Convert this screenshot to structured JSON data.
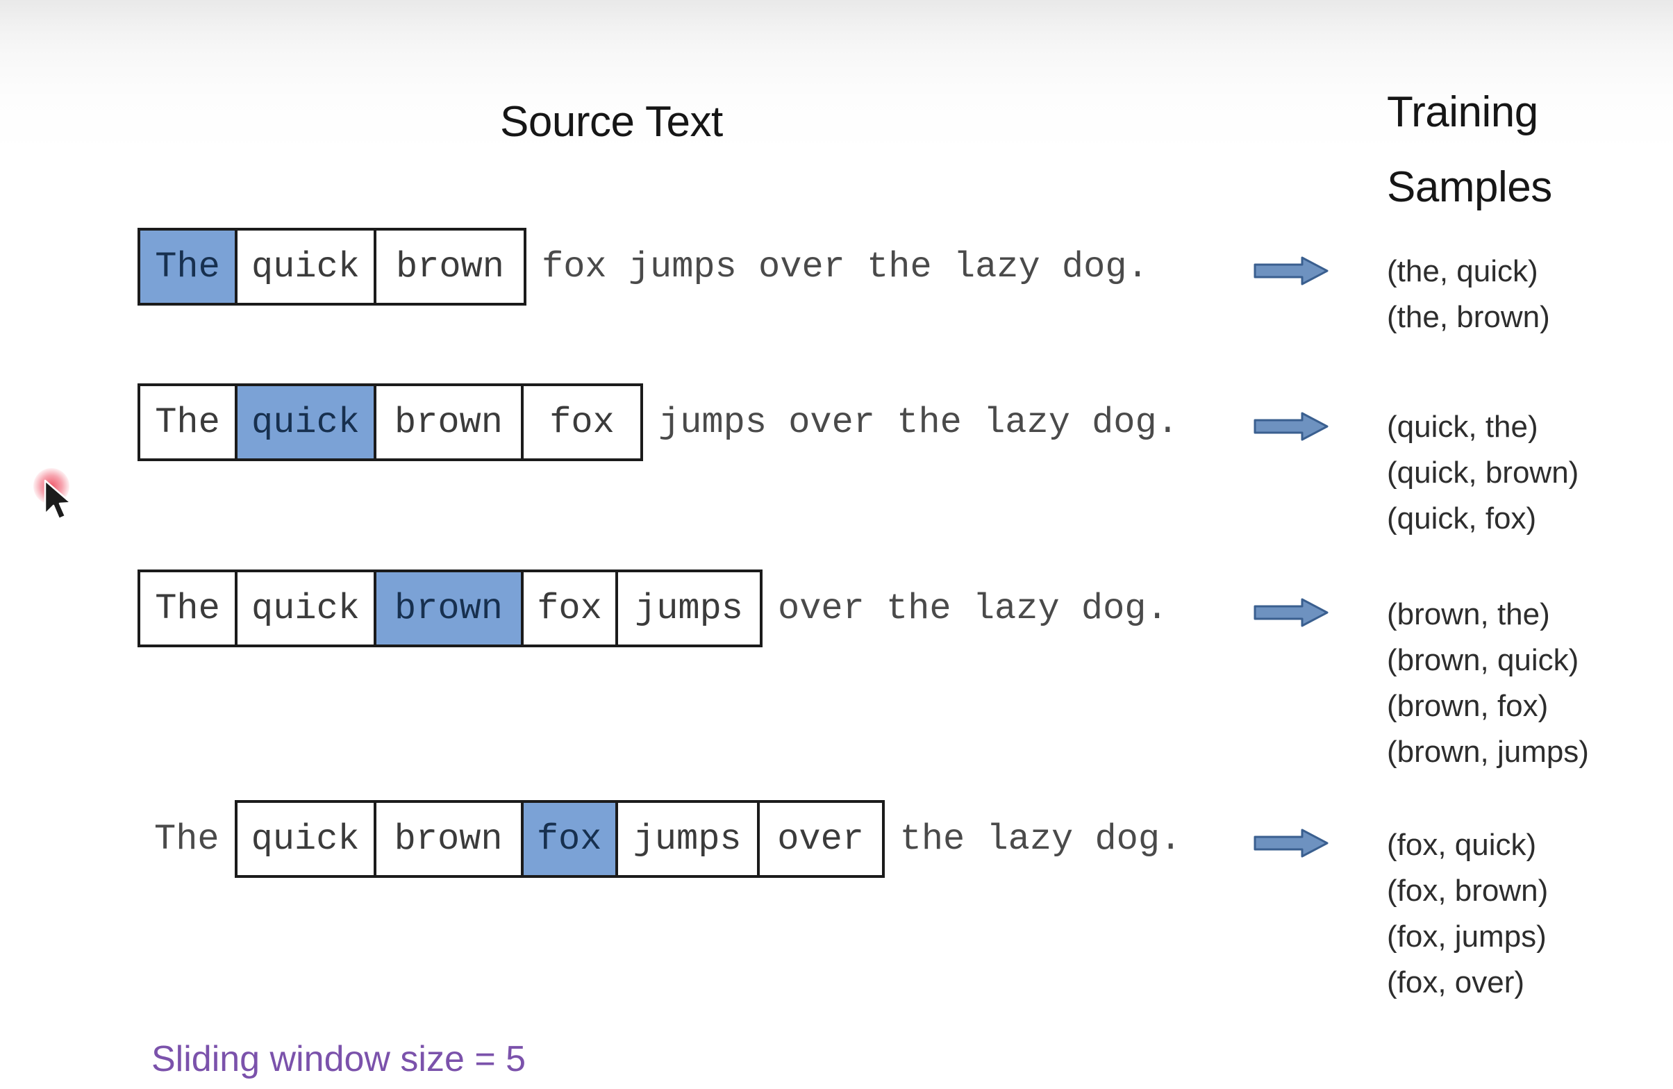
{
  "headings": {
    "source_text": "Source Text",
    "training_samples_line1": "Training",
    "training_samples_line2": "Samples"
  },
  "caption": "Sliding window size = 5",
  "colors": {
    "highlight_cell": "#7ba2d6",
    "arrow_fill": "#6e92c0",
    "arrow_stroke": "#3a5f8f",
    "caption_text": "#7b52ab",
    "box_border": "#1b1b1b",
    "source_text": "#3b3b3b",
    "cursor_click_halo": "#ec3c50"
  },
  "rows": [
    {
      "id": "row-1",
      "lead": "",
      "cells": [
        {
          "word": "The",
          "highlighted": true
        },
        {
          "word": "quick",
          "highlighted": false
        },
        {
          "word": "brown",
          "highlighted": false
        }
      ],
      "tail": "fox jumps over the lazy dog.",
      "arrow_icon": "right-arrow-icon",
      "samples": [
        "(the, quick)",
        "(the, brown)"
      ]
    },
    {
      "id": "row-2",
      "lead": "",
      "cells": [
        {
          "word": "The",
          "highlighted": false
        },
        {
          "word": "quick",
          "highlighted": true
        },
        {
          "word": "brown",
          "highlighted": false
        },
        {
          "word": "fox",
          "highlighted": false
        }
      ],
      "tail": "jumps over the lazy dog.",
      "arrow_icon": "right-arrow-icon",
      "samples": [
        "(quick, the)",
        "(quick, brown)",
        "(quick, fox)"
      ]
    },
    {
      "id": "row-3",
      "lead": "",
      "cells": [
        {
          "word": "The",
          "highlighted": false
        },
        {
          "word": "quick",
          "highlighted": false
        },
        {
          "word": "brown",
          "highlighted": true
        },
        {
          "word": "fox",
          "highlighted": false
        },
        {
          "word": "jumps",
          "highlighted": false
        }
      ],
      "tail": "over the lazy dog.",
      "arrow_icon": "right-arrow-icon",
      "samples": [
        "(brown, the)",
        "(brown, quick)",
        "(brown, fox)",
        "(brown, jumps)"
      ]
    },
    {
      "id": "row-4",
      "lead": "The",
      "cells": [
        {
          "word": "quick",
          "highlighted": false
        },
        {
          "word": "brown",
          "highlighted": false
        },
        {
          "word": "fox",
          "highlighted": true
        },
        {
          "word": "jumps",
          "highlighted": false
        },
        {
          "word": "over",
          "highlighted": false
        }
      ],
      "tail": "the lazy dog.",
      "arrow_icon": "right-arrow-icon",
      "samples": [
        "(fox, quick)",
        "(fox, brown)",
        "(fox, jumps)",
        "(fox, over)"
      ]
    }
  ],
  "cursor": {
    "icon": "mouse-pointer-icon",
    "click_indicator": "click-highlight-icon"
  }
}
